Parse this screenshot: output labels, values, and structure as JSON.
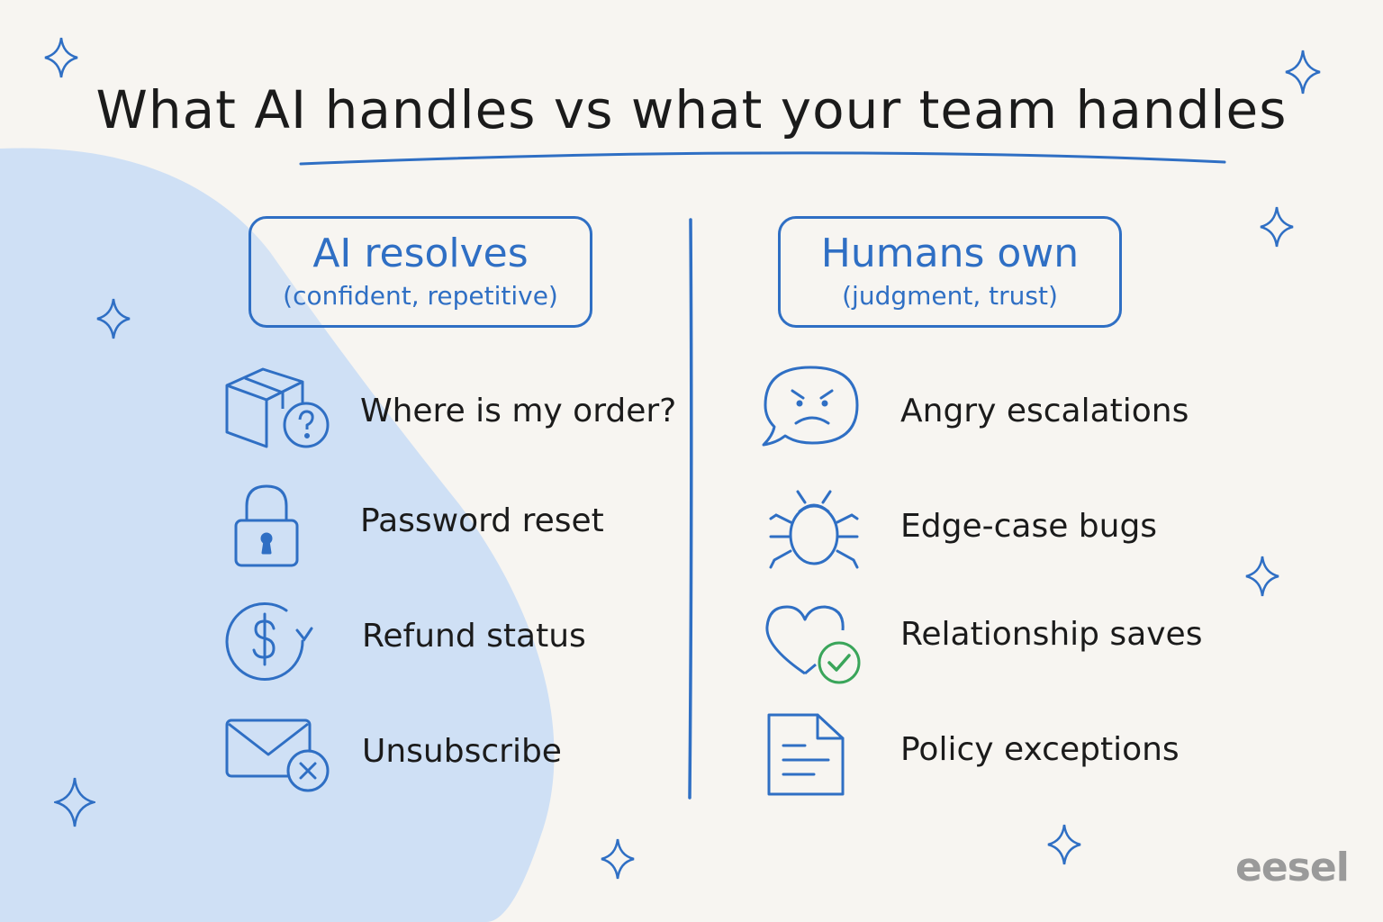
{
  "title": "What AI handles vs what your team handles",
  "colors": {
    "accent": "#2f6fc4",
    "blob": "#cfe0f5",
    "success": "#3aa55a",
    "ink": "#1b1b1b"
  },
  "left_column": {
    "header": "AI resolves",
    "subheader": "(confident, repetitive)",
    "items": [
      {
        "label": "Where is my order?",
        "icon": "package-question-icon"
      },
      {
        "label": "Password reset",
        "icon": "padlock-icon"
      },
      {
        "label": "Refund status",
        "icon": "dollar-refresh-icon"
      },
      {
        "label": "Unsubscribe",
        "icon": "envelope-x-icon"
      }
    ]
  },
  "right_column": {
    "header": "Humans own",
    "subheader": "(judgment, trust)",
    "items": [
      {
        "label": "Angry escalations",
        "icon": "angry-speech-bubble-icon"
      },
      {
        "label": "Edge-case bugs",
        "icon": "bug-icon"
      },
      {
        "label": "Relationship saves",
        "icon": "heart-check-icon"
      },
      {
        "label": "Policy exceptions",
        "icon": "document-icon"
      }
    ]
  },
  "logo": "eesel"
}
